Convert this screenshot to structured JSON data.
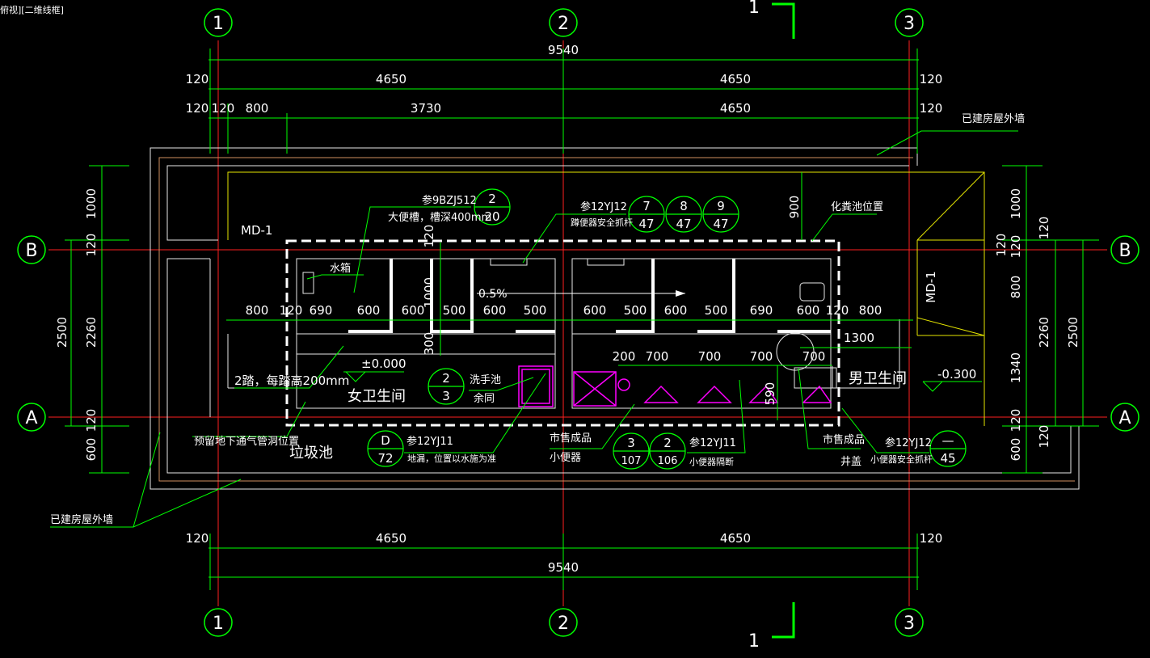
{
  "viewport_label": "俯视][二维线框]",
  "section_mark": "1",
  "grid_cols": [
    "1",
    "2",
    "3"
  ],
  "grid_rows": [
    "B",
    "A"
  ],
  "dims": {
    "total": "9540",
    "bay": "4650",
    "wall": "120",
    "d800": "800",
    "d3730": "3730"
  },
  "vdims": {
    "d1000": "1000",
    "d120": "120",
    "d2260": "2260",
    "d2500": "2500",
    "d600": "600",
    "d900": "900",
    "d800": "800",
    "d1340": "1340",
    "d300": "300",
    "d1000b": "1000",
    "d590": "590"
  },
  "inner_dims": {
    "left": [
      "800",
      "120",
      "690",
      "600",
      "600",
      "500",
      "600",
      "500"
    ],
    "right": [
      "600",
      "500",
      "600",
      "500",
      "690",
      "600",
      "120",
      "800"
    ],
    "r2": [
      "200",
      "700",
      "700",
      "700",
      "700"
    ],
    "d1300": "1300"
  },
  "labels": {
    "existing_wall": "已建房屋外墙",
    "septic": "化粪池位置",
    "md1": "MD-1",
    "water_tank": "水箱",
    "slope": "0.5%",
    "steps": "2踏，每踏高200mm",
    "elev0": "±0.000",
    "elev_m": "-0.300",
    "womens": "女卫生间",
    "mens": "男卫生间",
    "wash": "洗手池",
    "wash2": "余同",
    "vent": "预留地下通气管洞位置",
    "trash": "垃圾池",
    "floor_drain": "地漏，位置以水施为准",
    "urinal_market": "市售成品",
    "urinal": "小便器",
    "partition": "小便器隔断",
    "well_market": "市售成品",
    "well": "井盖",
    "urinal_rail": "小便器安全抓杆",
    "squat_ref": "参9BZJ512",
    "squat_note": "大便槽，槽深400mm",
    "squat_rail_ref": "参12YJ12",
    "squat_rail": "蹲便器安全抓杆",
    "ref_yj11": "参12YJ11",
    "ref_yj12": "参12YJ12"
  },
  "callouts": {
    "c_2_20": [
      "2",
      "20"
    ],
    "c_7_47": [
      "7",
      "47"
    ],
    "c_8_47": [
      "8",
      "47"
    ],
    "c_9_47": [
      "9",
      "47"
    ],
    "c_2_3": [
      "2",
      "3"
    ],
    "c_D_72": [
      "D",
      "72"
    ],
    "c_3_107": [
      "3",
      "107"
    ],
    "c_2_106": [
      "2",
      "106"
    ],
    "c_dash_45": [
      "—",
      "45"
    ]
  },
  "colors": {
    "dim": "#00ff00",
    "axis": "#ff2020",
    "wall": "#e8e8e8",
    "outer": "#d09060",
    "yellow": "#e6e600",
    "magenta": "#ff00ff",
    "text": "#ffffff",
    "cyan": "#40b0ff"
  }
}
